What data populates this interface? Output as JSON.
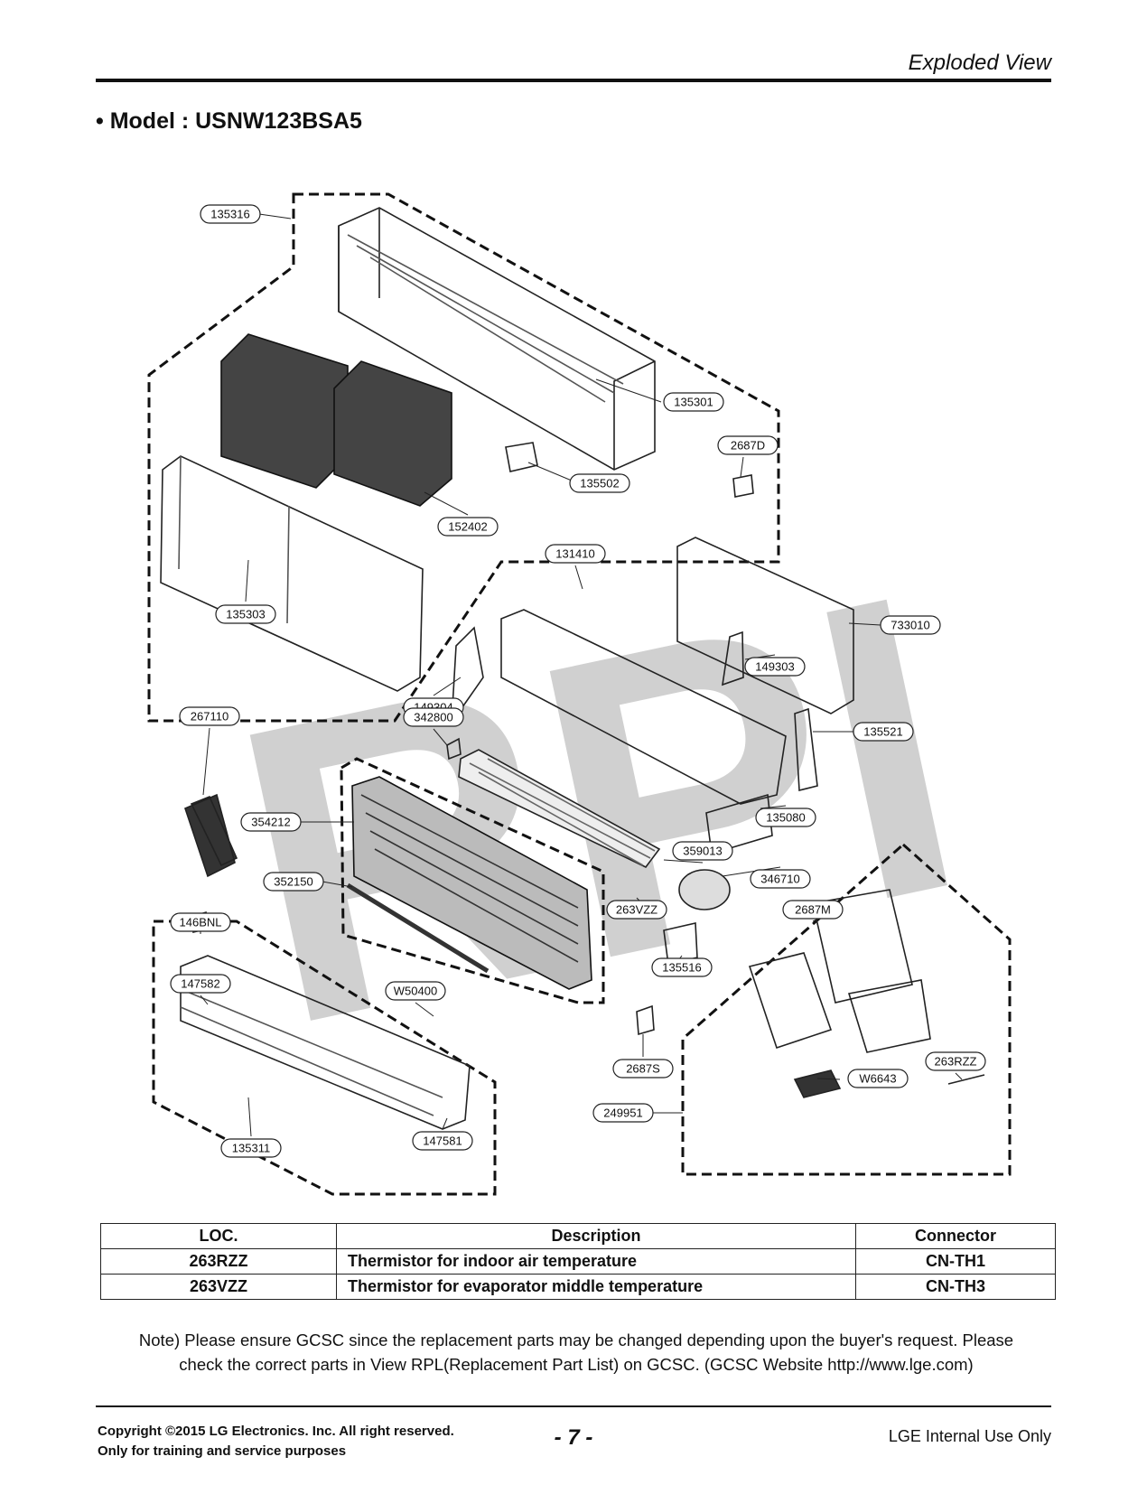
{
  "header": {
    "section_title": "Exploded View"
  },
  "model": {
    "heading": "• Model : USNW123BSA5"
  },
  "diagram": {
    "watermark": "RPI",
    "labels": [
      "135316",
      "135301",
      "2687D",
      "135502",
      "152402",
      "131410",
      "135303",
      "733010",
      "149303",
      "149304",
      "342800",
      "267110",
      "135521",
      "135080",
      "354212",
      "359013",
      "346710",
      "352150",
      "263VZZ",
      "146BNL",
      "2687M",
      "135516",
      "147582",
      "W50400",
      "2687S",
      "W6643",
      "263RZZ",
      "249951",
      "147581",
      "135311"
    ]
  },
  "table": {
    "headers": [
      "LOC.",
      "Description",
      "Connector"
    ],
    "rows": [
      [
        "263RZZ",
        "Thermistor for indoor air temperature",
        "CN-TH1"
      ],
      [
        "263VZZ",
        "Thermistor for evaporator middle temperature",
        "CN-TH3"
      ]
    ]
  },
  "note": {
    "line1": "Note) Please ensure GCSC since the replacement parts may be changed depending upon the buyer's request. Please",
    "line2": "check the correct parts in View RPL(Replacement Part List) on GCSC. (GCSC Website http://www.lge.com)"
  },
  "footer": {
    "copyright": "Copyright ©2015 LG Electronics. Inc. All right reserved.",
    "purpose": "Only for training and service purposes",
    "page": "- 7 -",
    "internal": "LGE Internal Use Only"
  }
}
